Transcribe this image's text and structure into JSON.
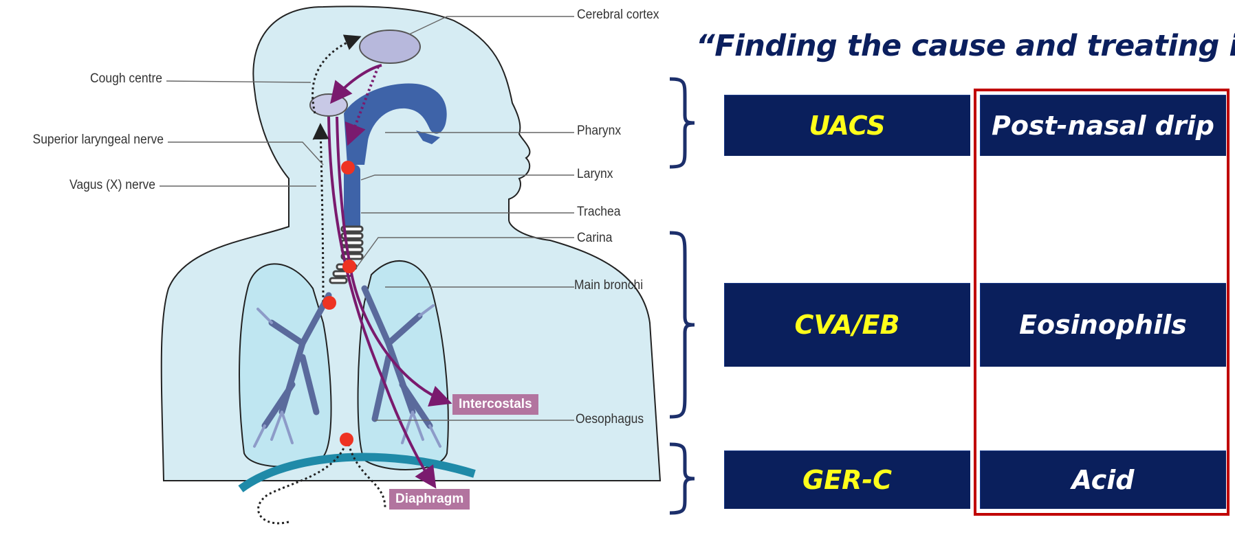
{
  "diagram": {
    "labels": {
      "cerebral_cortex": "Cerebral cortex",
      "cough_centre": "Cough centre",
      "superior_laryngeal_nerve": "Superior laryngeal nerve",
      "vagus_nerve": "Vagus (X) nerve",
      "pharynx": "Pharynx",
      "larynx": "Larynx",
      "trachea": "Trachea",
      "carina": "Carina",
      "main_bronchi": "Main bronchi",
      "oesophagus": "Oesophagus",
      "intercostals": "Intercostals",
      "diaphragm": "Diaphragm"
    }
  },
  "title": "“Finding the cause and treating it”",
  "rows": [
    {
      "cause": "UACS",
      "marker": "Post-nasal drip"
    },
    {
      "cause": "CVA/EB",
      "marker": "Eosinophils"
    },
    {
      "cause": "GER-C",
      "marker": "Acid"
    }
  ],
  "colors": {
    "box": "#0a1f5c",
    "cause_text": "#ffff1a",
    "marker_text": "#ffffff",
    "title": "#0b1f5e",
    "highlight": "#c00000",
    "brace": "#1c2f6b",
    "tag": "#b2749f",
    "body": "#d6ecf3",
    "nerve": "#7a1a6e",
    "receptor": "#ee3322"
  }
}
